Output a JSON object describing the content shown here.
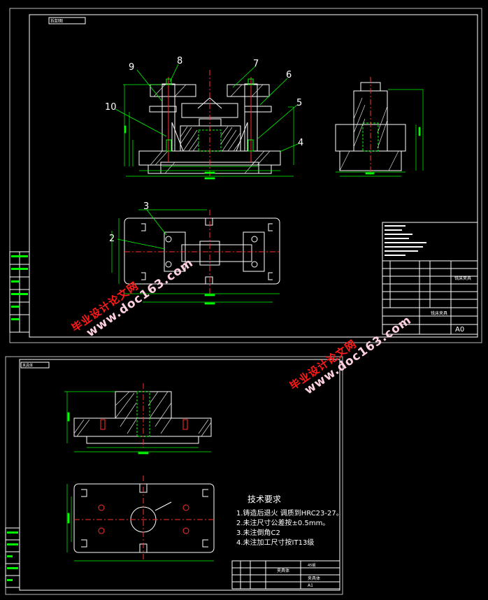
{
  "sheet1": {
    "header_tag": "拆卸图",
    "balloons": [
      "9",
      "8",
      "7",
      "6",
      "10",
      "5",
      "4",
      "3",
      "2"
    ],
    "title_block": {
      "drawing_name": "铣床夹具",
      "scale_label": "铣床夹具",
      "size": "A0"
    }
  },
  "sheet2": {
    "header_tag": "夹具体",
    "tech_title": "技术要求",
    "tech_items": [
      "1.铸造后退火   调质到HRC23-27。",
      "2.未注尺寸公差按±0.5mm。",
      "3.未注倒角C2",
      "4.未注加工尺寸按IT13级"
    ],
    "title_block": {
      "part_name": "夹具体",
      "material": "45钢",
      "size": "A1"
    }
  },
  "watermark": {
    "cn": "毕业设计论文网",
    "en": "www.doc163.com"
  },
  "colors": {
    "outline": "#ffffff",
    "dimension": "#00ff00",
    "centerline": "#ff3030",
    "leader": "#00ff00",
    "hatch": "#ffffff",
    "watermark_red": "#ff1a1a"
  }
}
